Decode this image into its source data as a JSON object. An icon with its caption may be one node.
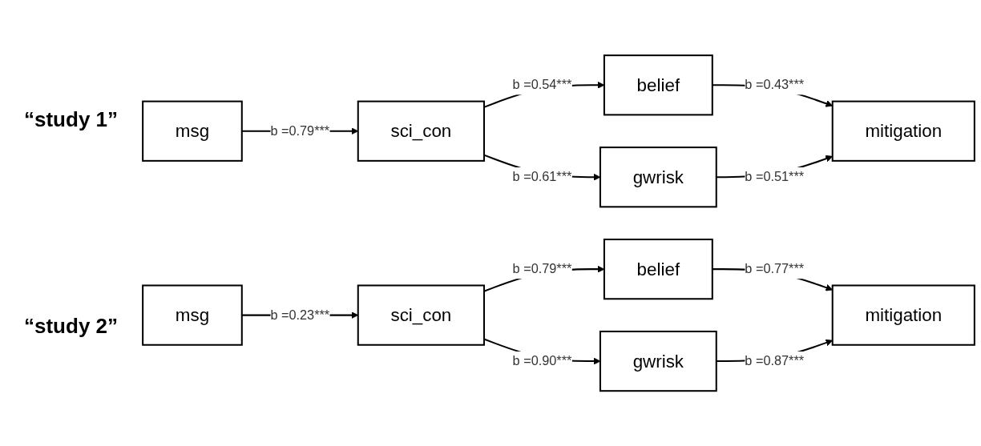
{
  "diagram": {
    "nodes": [
      {
        "text": [
          "msg"
        ]
      },
      {
        "text": [
          "sci_con"
        ]
      },
      {
        "text": [
          "belief"
        ]
      },
      {
        "text": [
          "gwrisk"
        ]
      },
      {
        "text": [
          "mitigation"
        ]
      },
      {
        "text": [
          "msg"
        ]
      },
      {
        "text": [
          "sci_con"
        ]
      },
      {
        "text": [
          "belief"
        ]
      },
      {
        "text": [
          "gwrisk"
        ]
      },
      {
        "text": [
          "mitigation"
        ]
      }
    ],
    "edges": [
      {
        "from": 0,
        "to": 1,
        "arrow": "to",
        "label": "b =0.79***"
      },
      {
        "from": 1,
        "to": 2,
        "arrow": "to",
        "label": "b =0.54***"
      },
      {
        "from": 1,
        "to": 3,
        "arrow": "to",
        "label": "b =0.61***"
      },
      {
        "from": 2,
        "to": 4,
        "arrow": "to",
        "label": "b =0.43***"
      },
      {
        "from": 3,
        "to": 4,
        "arrow": "to",
        "label": "b =0.51***"
      },
      {
        "from": 5,
        "to": 6,
        "arrow": "to",
        "label": "b =0.23***"
      },
      {
        "from": 6,
        "to": 7,
        "arrow": "to",
        "label": "b =0.79***"
      },
      {
        "from": 6,
        "to": 8,
        "arrow": "to",
        "label": "b =0.90***"
      },
      {
        "from": 7,
        "to": 9,
        "arrow": "to",
        "label": "b =0.77***"
      },
      {
        "from": 8,
        "to": 9,
        "arrow": "to",
        "label": "b =0.87***"
      }
    ],
    "labels": [
      "“study 1”",
      "“study 2”"
    ]
  }
}
